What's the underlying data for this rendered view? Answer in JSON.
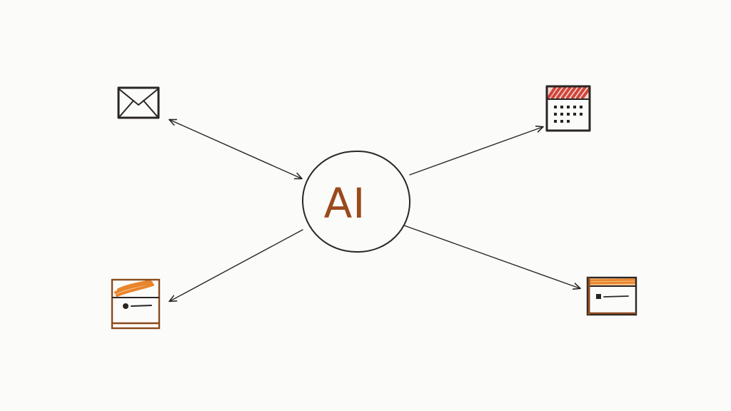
{
  "hub": {
    "label": "AI"
  },
  "nodes": [
    {
      "id": "email",
      "icon": "envelope-icon"
    },
    {
      "id": "calendar",
      "icon": "calendar-icon"
    },
    {
      "id": "document-left",
      "icon": "document-card-icon"
    },
    {
      "id": "document-right",
      "icon": "document-card-icon"
    }
  ],
  "connections": [
    {
      "from": "hub",
      "to": "email",
      "direction": "bidirectional"
    },
    {
      "from": "hub",
      "to": "calendar",
      "direction": "to-node"
    },
    {
      "from": "hub",
      "to": "document-left",
      "direction": "to-node"
    },
    {
      "from": "hub",
      "to": "document-right",
      "direction": "to-node"
    }
  ],
  "colors": {
    "ink": "#2a2624",
    "hub_text": "#9a4a1c",
    "calendar_header": "#d0453a",
    "doc_header_orange": "#e9852b",
    "doc_border_brown": "#8c4a1e",
    "background": "#fbfbf9"
  }
}
